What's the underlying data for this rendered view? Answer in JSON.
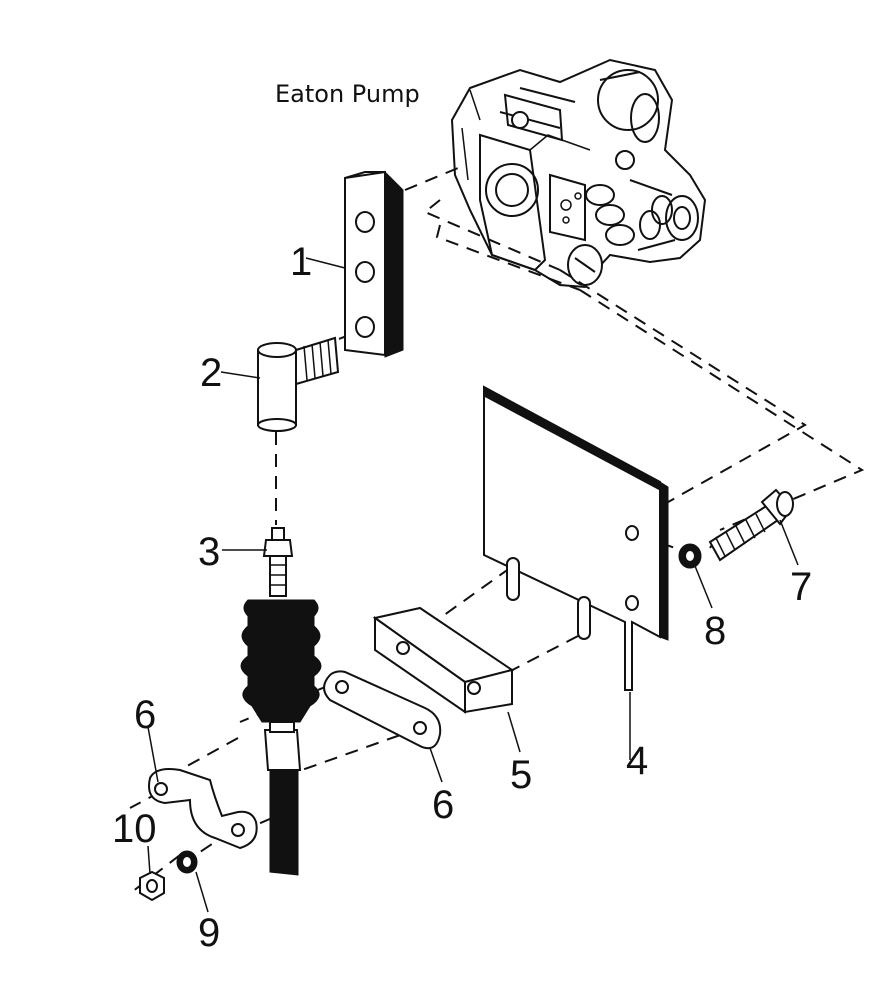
{
  "title": "Eaton Pump",
  "callouts": {
    "c1": "1",
    "c2": "2",
    "c3": "3",
    "c4": "4",
    "c5": "5",
    "c6a": "6",
    "c6b": "6",
    "c7": "7",
    "c8": "8",
    "c9": "9",
    "c10": "10"
  },
  "parts": [
    "eaton-pump",
    "mounting-bar",
    "cable-end-fitting",
    "cable-assembly",
    "mounting-plate",
    "spacer-block",
    "clamp-plates",
    "bolt",
    "washers",
    "nut"
  ]
}
